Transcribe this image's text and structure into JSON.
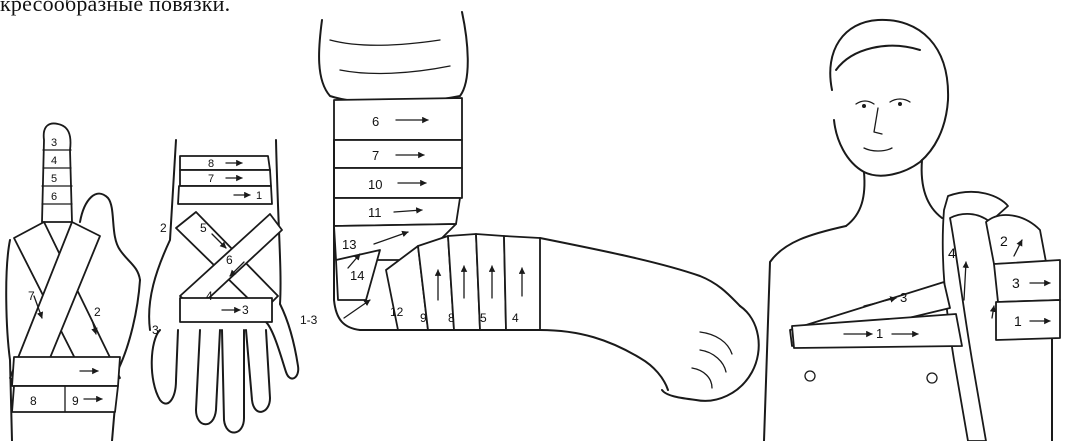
{
  "caption": "кресообразные повязки.",
  "figure_a": {
    "turns": [
      "3",
      "4",
      "5",
      "6",
      "7",
      "2",
      "8",
      "9"
    ]
  },
  "figure_b": {
    "turns": [
      "8",
      "7",
      "1",
      "2",
      "5",
      "6",
      "4",
      "3",
      "3"
    ]
  },
  "figure_c": {
    "turns": [
      "6",
      "7",
      "10",
      "11",
      "13",
      "14",
      "12",
      "9",
      "8",
      "5",
      "4",
      "1-3"
    ]
  },
  "figure_d": {
    "turns": [
      "4",
      "2",
      "3",
      "3",
      "1",
      "1"
    ]
  },
  "colors": {
    "ink": "#1a1a1a",
    "background": "#ffffff"
  }
}
